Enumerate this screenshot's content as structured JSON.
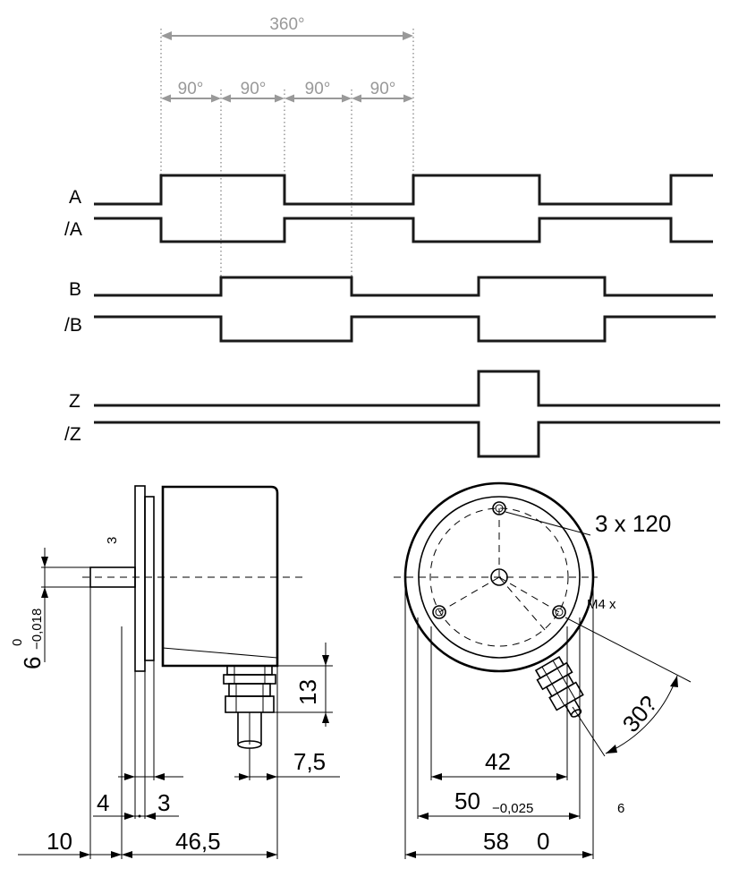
{
  "timing": {
    "period_label": "360°",
    "quarter_labels": [
      "90°",
      "90°",
      "90°",
      "90°"
    ],
    "signals": [
      {
        "name": "A",
        "start_level": 0,
        "transitions": [
          180,
          318,
          462,
          603,
          750
        ]
      },
      {
        "name": "/A",
        "start_level": 1,
        "transitions": [
          180,
          318,
          462,
          603,
          750
        ]
      },
      {
        "name": "B",
        "start_level": 0,
        "transitions": [
          247,
          393,
          535,
          676
        ]
      },
      {
        "name": "/B",
        "start_level": 1,
        "transitions": [
          247,
          393,
          535,
          676
        ]
      },
      {
        "name": "Z",
        "start_level": 0,
        "transitions": [
          535,
          602
        ]
      },
      {
        "name": "/Z",
        "start_level": 1,
        "transitions": [
          535,
          602
        ]
      }
    ]
  },
  "side_view": {
    "dims": {
      "shaft_dia_nominal": "6",
      "shaft_tol_upper": "0",
      "shaft_tol_lower": "−0,018",
      "flange_dim": "3",
      "gland_height": "13",
      "gland_offset": "7,5",
      "dim_4": "4",
      "dim_3": "3",
      "dim_10": "10",
      "dim_46_5": "46,5"
    }
  },
  "front_view": {
    "dims": {
      "holes": "3 x 120",
      "thread": "M4  x",
      "angle": "30?",
      "dia_42": "42",
      "dia_50": "50",
      "dia_50_tol": "−0,025",
      "side_6": "6",
      "dia_58": "58",
      "dia_58_tol": "0"
    }
  }
}
